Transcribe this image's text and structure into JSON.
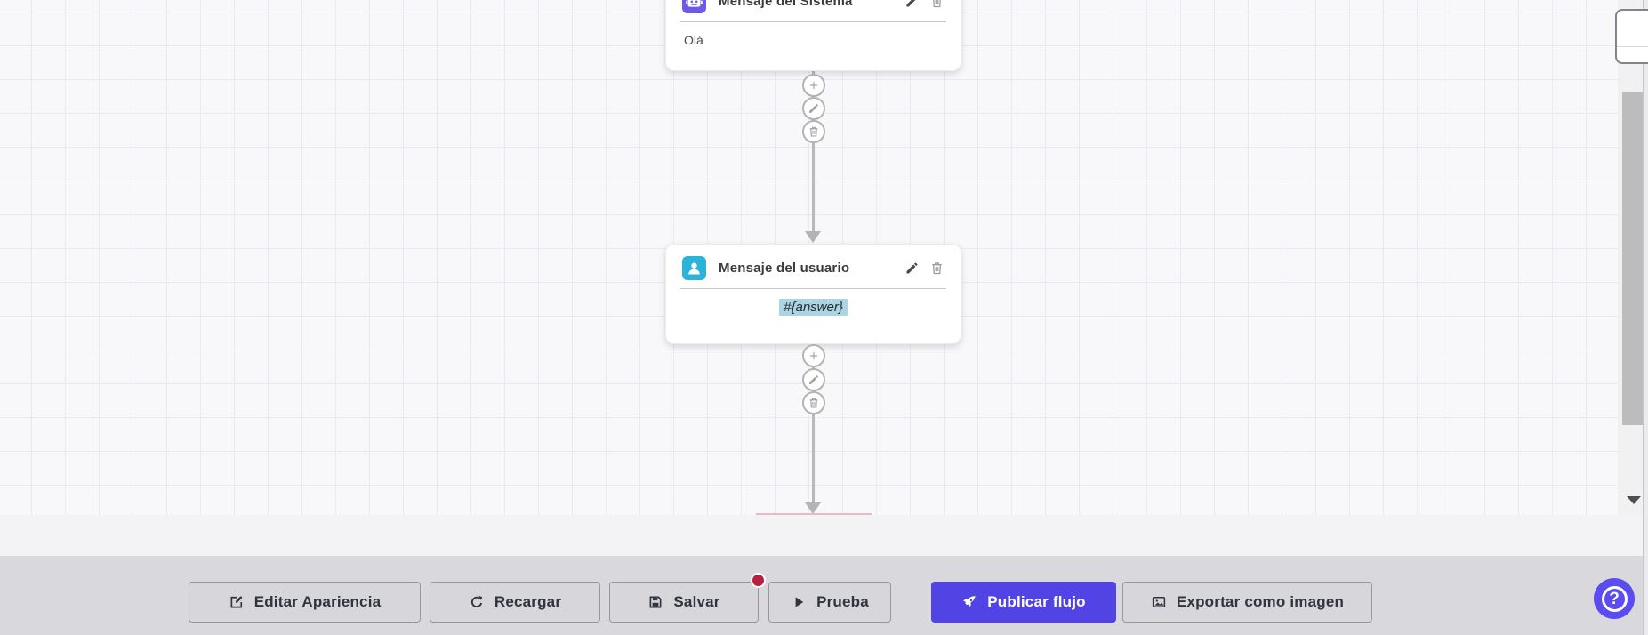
{
  "colors": {
    "accent": "#5244e4",
    "system_icon_bg": "#6b5be8",
    "user_icon_bg": "#2cb3da",
    "var_highlight": "#a9d5e5",
    "notification_dot": "#b82040",
    "help_bg": "#5b4cf0"
  },
  "canvas": {
    "nodes": [
      {
        "title": "Mensaje del Sistema",
        "content": "Olá",
        "icon": "robot-icon"
      },
      {
        "title": "Mensaje del usuario",
        "content": "#{answer}",
        "icon": "user-icon"
      }
    ],
    "node_header_icons": [
      "pencil-icon",
      "trash-icon"
    ],
    "node_action_icons": [
      "plus-icon",
      "pencil-icon",
      "trash-icon"
    ]
  },
  "toolbar": {
    "buttons": [
      {
        "label": "Editar Apariencia",
        "icon": "edit-icon"
      },
      {
        "label": "Recargar",
        "icon": "refresh-icon"
      },
      {
        "label": "Salvar",
        "icon": "save-icon"
      },
      {
        "label": "Prueba",
        "icon": "play-icon"
      },
      {
        "label": "Publicar flujo",
        "icon": "rocket-icon"
      },
      {
        "label": "Exportar como imagen",
        "icon": "image-icon"
      }
    ]
  },
  "help": {
    "label": "?"
  }
}
